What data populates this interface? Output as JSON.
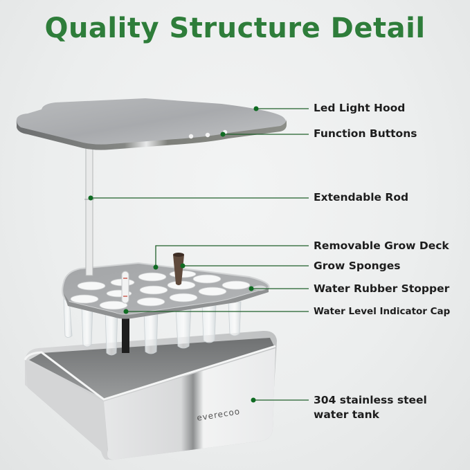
{
  "title": "Quality Structure Detail",
  "brand": "everecoo",
  "colors": {
    "title": "#2e7d3a",
    "leader_line": "#1f5f2a",
    "leader_dot": "#0f6b22",
    "label_text": "#1d1d1d"
  },
  "callouts": [
    {
      "id": "led-light-hood",
      "label": "Led Light Hood"
    },
    {
      "id": "function-buttons",
      "label": "Function Buttons"
    },
    {
      "id": "extendable-rod",
      "label": "Extendable Rod"
    },
    {
      "id": "removable-grow-deck",
      "label": "Removable Grow Deck"
    },
    {
      "id": "grow-sponges",
      "label": "Grow Sponges"
    },
    {
      "id": "water-rubber-stopper",
      "label": "Water Rubber Stopper"
    },
    {
      "id": "water-level-indicator-cap",
      "label": "Water Level Indicator Cap"
    },
    {
      "id": "water-tank",
      "label_line1": "304 stainless steel",
      "label_line2": "water tank"
    }
  ],
  "function_button_icons": [
    "power-icon",
    "plant-icon",
    "leaf-icon"
  ]
}
